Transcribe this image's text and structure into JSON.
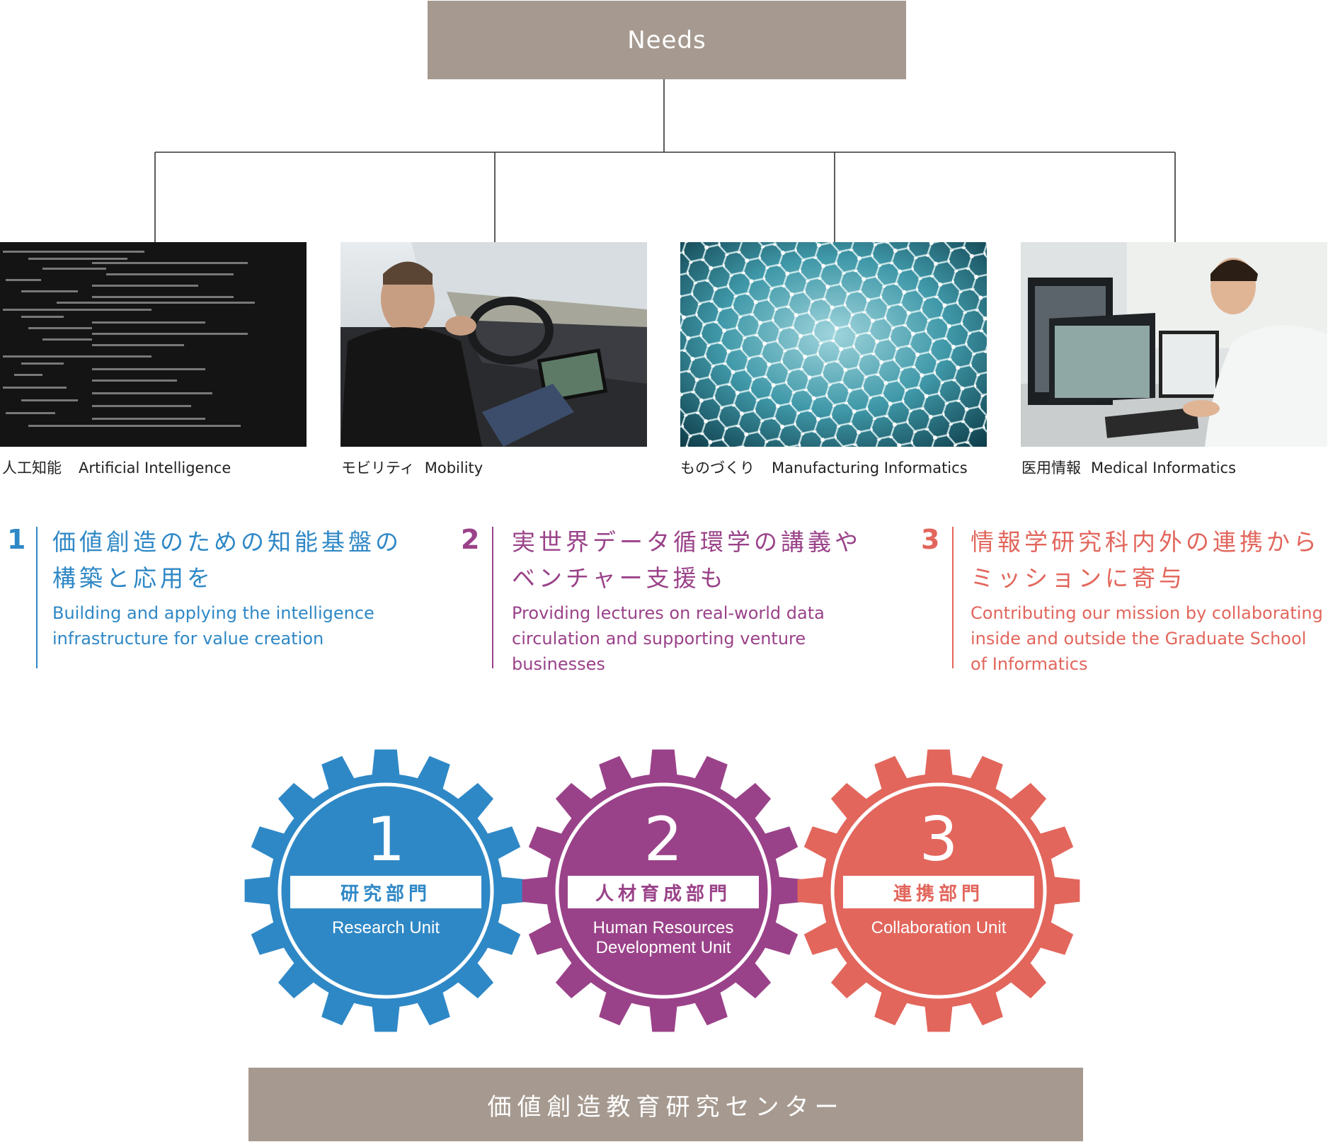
{
  "needs": {
    "label": "Needs"
  },
  "fields": [
    {
      "jp": "人工知能",
      "en": "Artificial Intelligence",
      "icon": "terminal-code-photo"
    },
    {
      "jp": "モビリティ",
      "en": "Mobility",
      "icon": "autonomous-car-photo"
    },
    {
      "jp": "ものづくり",
      "en": "Manufacturing Informatics",
      "icon": "hexagon-lattice-photo"
    },
    {
      "jp": "医用情報",
      "en": "Medical Informatics",
      "icon": "doctor-monitor-photo"
    }
  ],
  "missions": [
    {
      "number": "1",
      "jp": "価値創造のための知能基盤の構築と応用を",
      "en": "Building and applying the intelligence infrastructure for value creation",
      "color": "#2f88c6"
    },
    {
      "number": "2",
      "jp": "実世界データ循環学の講義やベンチャー支援も",
      "en": "Providing lectures on real-world data circulation and supporting venture businesses",
      "color": "#9a4289"
    },
    {
      "number": "3",
      "jp": "情報学研究科内外の連携からミッションに寄与",
      "en": "Contributing our mission by collaborating inside and outside the Graduate School of Informatics",
      "color": "#e2665c"
    }
  ],
  "units": [
    {
      "number": "1",
      "jp": "研究部門",
      "en_line1": "Research Unit",
      "en_line2": "",
      "color": "#2f88c6"
    },
    {
      "number": "2",
      "jp": "人材育成部門",
      "en_line1": "Human Resources",
      "en_line2": "Development Unit",
      "color": "#9a4289"
    },
    {
      "number": "3",
      "jp": "連携部門",
      "en_line1": "Collaboration Unit",
      "en_line2": "",
      "color": "#e2665c"
    }
  ],
  "center": {
    "label": "価値創造教育研究センター"
  }
}
